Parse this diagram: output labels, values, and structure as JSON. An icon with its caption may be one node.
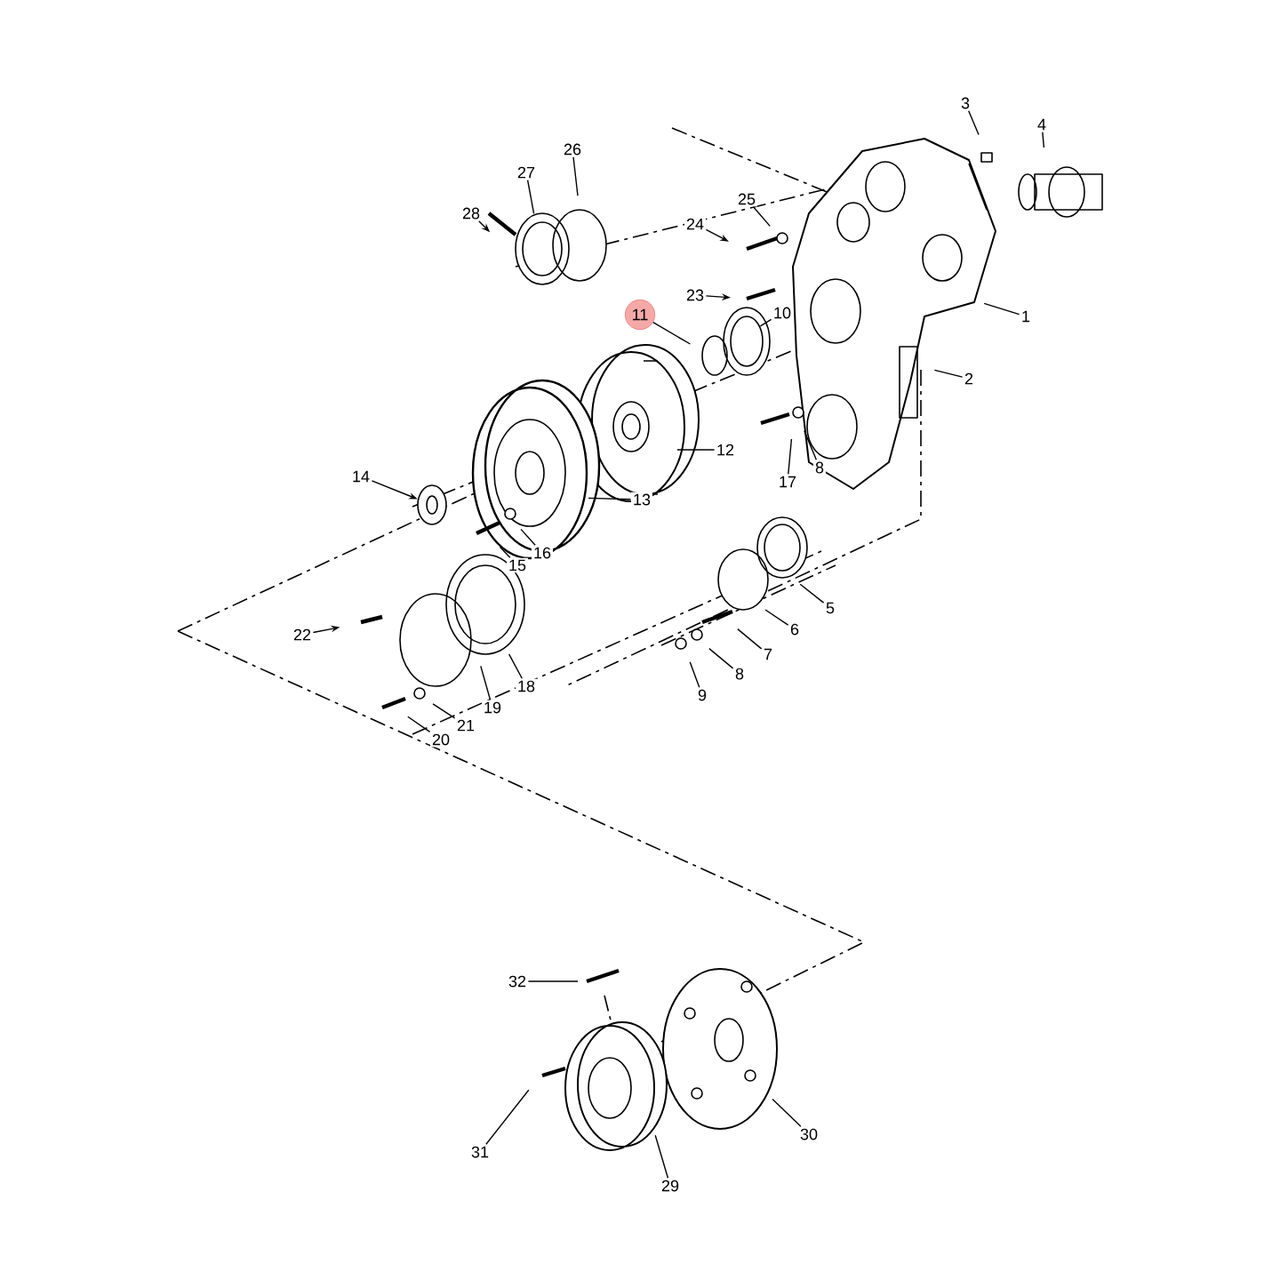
{
  "diagram": {
    "nodes": [
      {
        "text": [
          "1"
        ]
      },
      {
        "text": [
          "2"
        ]
      },
      {
        "text": [
          "3"
        ]
      },
      {
        "text": [
          "4"
        ]
      },
      {
        "text": [
          "5"
        ]
      },
      {
        "text": [
          "6"
        ]
      },
      {
        "text": [
          "7"
        ]
      },
      {
        "text": [
          "8"
        ]
      },
      {
        "text": [
          "9"
        ]
      },
      {
        "text": [
          "8"
        ]
      },
      {
        "text": [
          "10"
        ]
      },
      {
        "text": [
          "11"
        ]
      },
      {
        "text": [
          "12"
        ]
      },
      {
        "text": [
          "13"
        ]
      },
      {
        "text": [
          "14"
        ]
      },
      {
        "text": [
          "15"
        ]
      },
      {
        "text": [
          "16"
        ]
      },
      {
        "text": [
          "17"
        ]
      },
      {
        "text": [
          "18"
        ]
      },
      {
        "text": [
          "19"
        ]
      },
      {
        "text": [
          "20"
        ]
      },
      {
        "text": [
          "21"
        ]
      },
      {
        "text": [
          "22"
        ]
      },
      {
        "text": [
          "23"
        ]
      },
      {
        "text": [
          "24"
        ]
      },
      {
        "text": [
          "25"
        ]
      },
      {
        "text": [
          "26"
        ]
      },
      {
        "text": [
          "27"
        ]
      },
      {
        "text": [
          "28"
        ]
      },
      {
        "text": [
          "29"
        ]
      },
      {
        "text": [
          "30"
        ]
      },
      {
        "text": [
          "31"
        ]
      },
      {
        "text": [
          "32"
        ]
      },
      {
        "text": [],
        "shape": "picture"
      }
    ],
    "edges": [
      {
        "from": 0,
        "to": null,
        "arrow": "none"
      },
      {
        "from": 1,
        "to": null,
        "arrow": "none"
      },
      {
        "from": 2,
        "to": null,
        "arrow": "none"
      },
      {
        "from": 3,
        "to": null,
        "arrow": "none"
      },
      {
        "from": 4,
        "to": null,
        "arrow": "none"
      },
      {
        "from": 5,
        "to": null,
        "arrow": "none"
      },
      {
        "from": 6,
        "to": null,
        "arrow": "none"
      },
      {
        "from": 7,
        "to": null,
        "arrow": "none"
      },
      {
        "from": 8,
        "to": null,
        "arrow": "none"
      },
      {
        "from": 9,
        "to": null,
        "arrow": "none"
      },
      {
        "from": 10,
        "to": null,
        "arrow": "none"
      },
      {
        "from": 11,
        "to": null,
        "arrow": "none"
      },
      {
        "from": 12,
        "to": null,
        "arrow": "none"
      },
      {
        "from": 13,
        "to": null,
        "arrow": "none"
      },
      {
        "from": 14,
        "to": 33,
        "arrow": "to"
      },
      {
        "from": 15,
        "to": null,
        "arrow": "none"
      },
      {
        "from": 16,
        "to": null,
        "arrow": "none"
      },
      {
        "from": 17,
        "to": null,
        "arrow": "none"
      },
      {
        "from": 18,
        "to": null,
        "arrow": "none"
      },
      {
        "from": 19,
        "to": null,
        "arrow": "none"
      },
      {
        "from": 20,
        "to": null,
        "arrow": "none"
      },
      {
        "from": 21,
        "to": null,
        "arrow": "none"
      },
      {
        "from": 22,
        "to": null,
        "arrow": "to"
      },
      {
        "from": 23,
        "to": null,
        "arrow": "to"
      },
      {
        "from": 24,
        "to": null,
        "arrow": "to"
      },
      {
        "from": 25,
        "to": null,
        "arrow": "none"
      },
      {
        "from": 26,
        "to": null,
        "arrow": "none"
      },
      {
        "from": 27,
        "to": null,
        "arrow": "none"
      },
      {
        "from": 28,
        "to": null,
        "arrow": "to"
      },
      {
        "from": 29,
        "to": null,
        "arrow": "none"
      },
      {
        "from": 30,
        "to": null,
        "arrow": "none"
      },
      {
        "from": 31,
        "to": null,
        "arrow": "none"
      },
      {
        "from": 32,
        "to": null,
        "arrow": "none"
      }
    ]
  }
}
